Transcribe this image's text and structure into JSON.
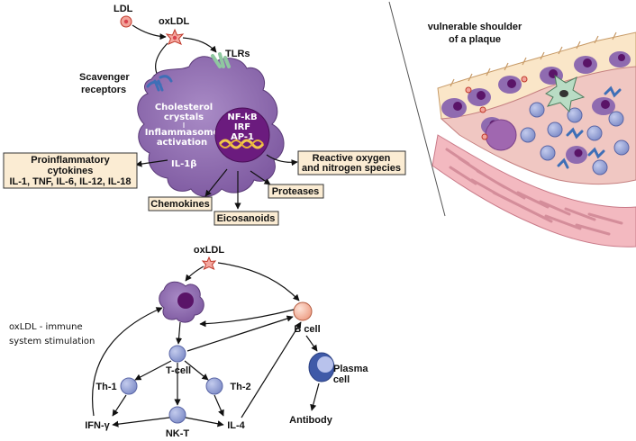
{
  "macrophage_panel": {
    "ldl": "LDL",
    "oxldl": "oxLDL",
    "tlrs": "TLRs",
    "scavenger_line1": "Scavenger",
    "scavenger_line2": "receptors",
    "cholesterol_line1": "Cholesterol",
    "cholesterol_line2": "crystals",
    "inflammasome_line1": "Inflammasome",
    "inflammasome_line2": "activation",
    "il1b": "IL-1β",
    "nucleus_line1": "NF-kB",
    "nucleus_line2": "IRF",
    "nucleus_line3": "AP-1",
    "cytokines_line1": "Proinflammatory",
    "cytokines_line2": "cytokines",
    "cytokines_line3": "IL-1, TNF, IL-6, IL-12, IL-18",
    "ros_line1": "Reactive oxygen",
    "ros_line2": "and nitrogen species",
    "proteases": "Proteases",
    "chemokines": "Chemokines",
    "eicosanoids": "Eicosanoids"
  },
  "plaque_panel": {
    "title_line1": "vulnerable shoulder",
    "title_line2": "of a plaque"
  },
  "immune_panel": {
    "oxldl": "oxLDL",
    "side_line1": "oxLDL - immune",
    "side_line2": "system stimulation",
    "bcell": "B cell",
    "tcell": "T-cell",
    "th1": "Th-1",
    "th2": "Th-2",
    "nkt": "NK-T",
    "ifng": "IFN-γ",
    "il4": "IL-4",
    "plasma_line1": "Plasma",
    "plasma_line2": "cell",
    "antibody": "Antibody"
  },
  "colors": {
    "macrophage": "#8f6bb0",
    "nucleus": "#6b1b7e",
    "label_box": "#fbecd3",
    "tcell": "#9aa6d6",
    "bcell": "#f6c3b0",
    "plasma_cell": "#3f5aa8",
    "oxldl": "#d9434d",
    "tlr": "#8fc8a0",
    "scavenger": "#3e6fb7"
  }
}
